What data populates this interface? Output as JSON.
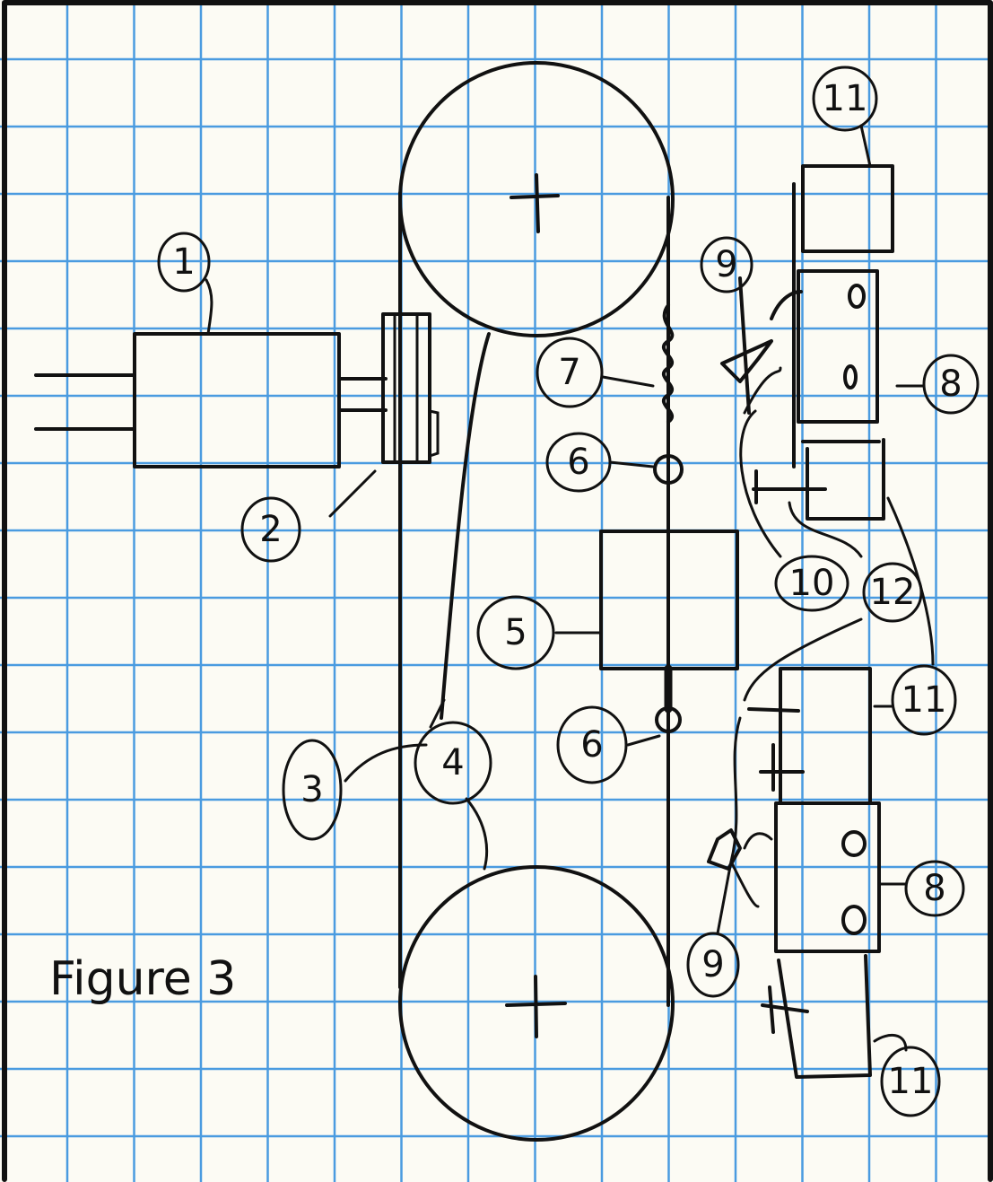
{
  "caption": "Figure 3",
  "colors": {
    "grid": "#4a9be0",
    "ink": "#111111",
    "paper": "#fcfbf4"
  },
  "labels": {
    "motor": "1",
    "coupling": "2",
    "belt_outer": "3",
    "belt_inner": "4",
    "block": "5",
    "node_upper": "6",
    "node_lower": "6",
    "spring": "7",
    "clamp_upper": "8",
    "clamp_lower": "8",
    "lever_upper": "9",
    "lever_lower": "9",
    "link_10": "10",
    "link_12": "12",
    "box_top": "11",
    "box_mid": "11",
    "box_bottom": "11"
  }
}
